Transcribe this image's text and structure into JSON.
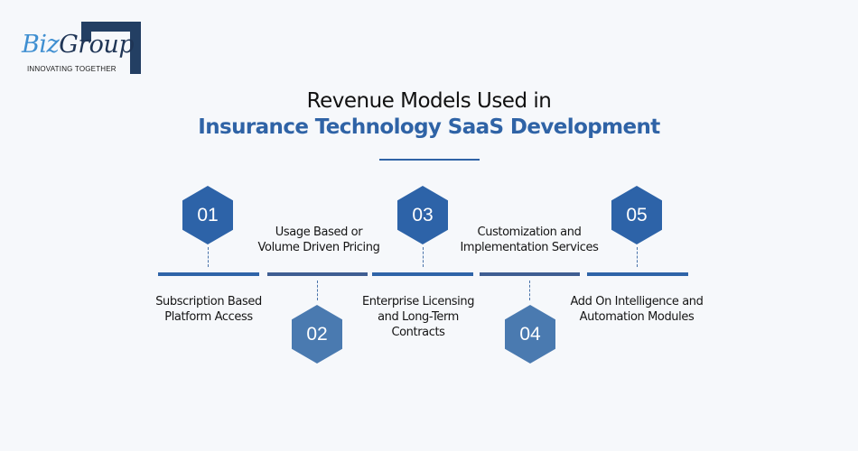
{
  "logo": {
    "name_part1": "Biz",
    "name_part2": "Group",
    "tagline": "INNOVATING TOGETHER",
    "frame_color": "#233f63",
    "biz_color": "#3f8fd1"
  },
  "header": {
    "title_line1": "Revenue Models Used in",
    "title_line2": "Insurance Technology SaaS Development",
    "accent_color": "#2f63a6"
  },
  "steps": [
    {
      "number": "01",
      "label_line1": "Subscription Based",
      "label_line2": "Platform Access",
      "label_line3": "",
      "position": "top",
      "hex_color": "#2d63a8",
      "bar_color": "#2f64a8"
    },
    {
      "number": "02",
      "label_line1": "Usage Based or",
      "label_line2": "Volume Driven Pricing",
      "label_line3": "",
      "position": "bottom",
      "hex_color": "#4a7ab0",
      "bar_color": "#3f5e92"
    },
    {
      "number": "03",
      "label_line1": "Enterprise Licensing",
      "label_line2": "and Long-Term",
      "label_line3": "Contracts",
      "position": "top",
      "hex_color": "#2d63a8",
      "bar_color": "#2f64a8"
    },
    {
      "number": "04",
      "label_line1": "Customization and",
      "label_line2": "Implementation Services",
      "label_line3": "",
      "position": "bottom",
      "hex_color": "#4a7ab0",
      "bar_color": "#3f5e92"
    },
    {
      "number": "05",
      "label_line1": "Add On Intelligence and",
      "label_line2": "Automation Modules",
      "label_line3": "",
      "position": "top",
      "hex_color": "#2d63a8",
      "bar_color": "#2f64a8"
    }
  ]
}
